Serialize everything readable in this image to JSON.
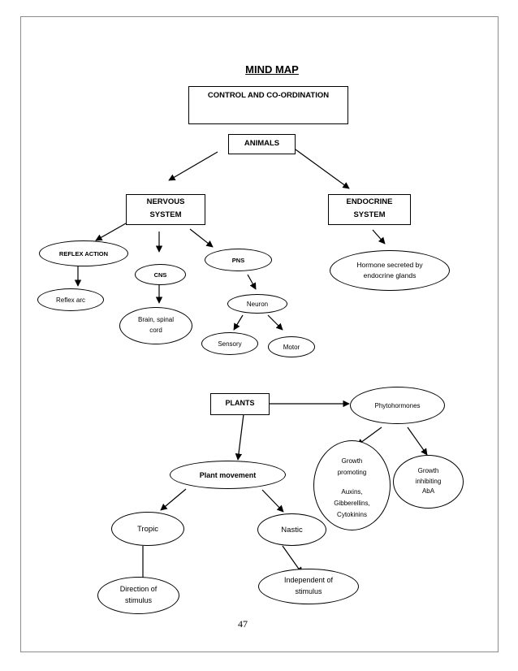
{
  "title": "MIND MAP",
  "page_number": "47",
  "nodes": {
    "control": "CONTROL AND CO-ORDINATION",
    "animals": "ANIMALS",
    "nervous": [
      "NERVOUS",
      "SYSTEM"
    ],
    "endocrine": [
      "ENDOCRINE",
      "SYSTEM"
    ],
    "hormone": [
      "Hormone secreted by",
      "endocrine glands"
    ],
    "reflex_action": "REFLEX ACTION",
    "reflex_arc": "Reflex arc",
    "cns": "CNS",
    "brain": [
      "Brain, spinal",
      "cord"
    ],
    "pns": "PNS",
    "neuron": "Neuron",
    "sensory": "Sensory",
    "motor": "Motor",
    "plants": "PLANTS",
    "phytohormones": "Phytohormones",
    "growth_promoting": [
      "Growth",
      "promoting",
      "Auxins,",
      "Gibberellins,",
      "Cytokinins"
    ],
    "growth_inhibiting": [
      "Growth",
      "inhibiting",
      "AbA"
    ],
    "plant_movement": "Plant movement",
    "tropic": "Tropic",
    "nastic": "Nastic",
    "direction": [
      "Direction of",
      "stimulus"
    ],
    "independent": [
      "Independent of",
      "stimulus"
    ]
  }
}
